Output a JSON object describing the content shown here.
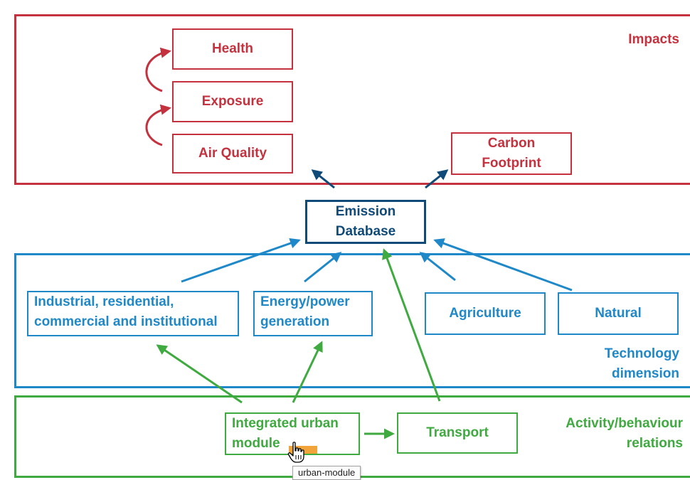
{
  "colors": {
    "impacts": "#c3323e",
    "technology": "#1e88c8",
    "activity": "#3faa3f",
    "emission": "#0f4a78",
    "highlight": "#f0a43a"
  },
  "impacts": {
    "section_label": "Impacts",
    "health": "Health",
    "exposure": "Exposure",
    "air_quality": "Air Quality",
    "carbon_footprint": [
      "Carbon",
      "Footprint"
    ]
  },
  "emission": {
    "label": [
      "Emission",
      "Database"
    ]
  },
  "technology": {
    "section_label": [
      "Technology",
      "dimension"
    ],
    "industrial": [
      "Industrial, residential,",
      "commercial and institutional"
    ],
    "energy": [
      "Energy/power",
      "generation"
    ],
    "agriculture": "Agriculture",
    "natural": "Natural"
  },
  "activity": {
    "section_label": [
      "Activity/behaviour",
      "relations"
    ],
    "integrated": [
      "Integrated urban",
      "module"
    ],
    "transport": "Transport"
  },
  "tooltip": {
    "text": "urban-module"
  },
  "icons": {
    "cursor": "hand-pointer-icon"
  }
}
